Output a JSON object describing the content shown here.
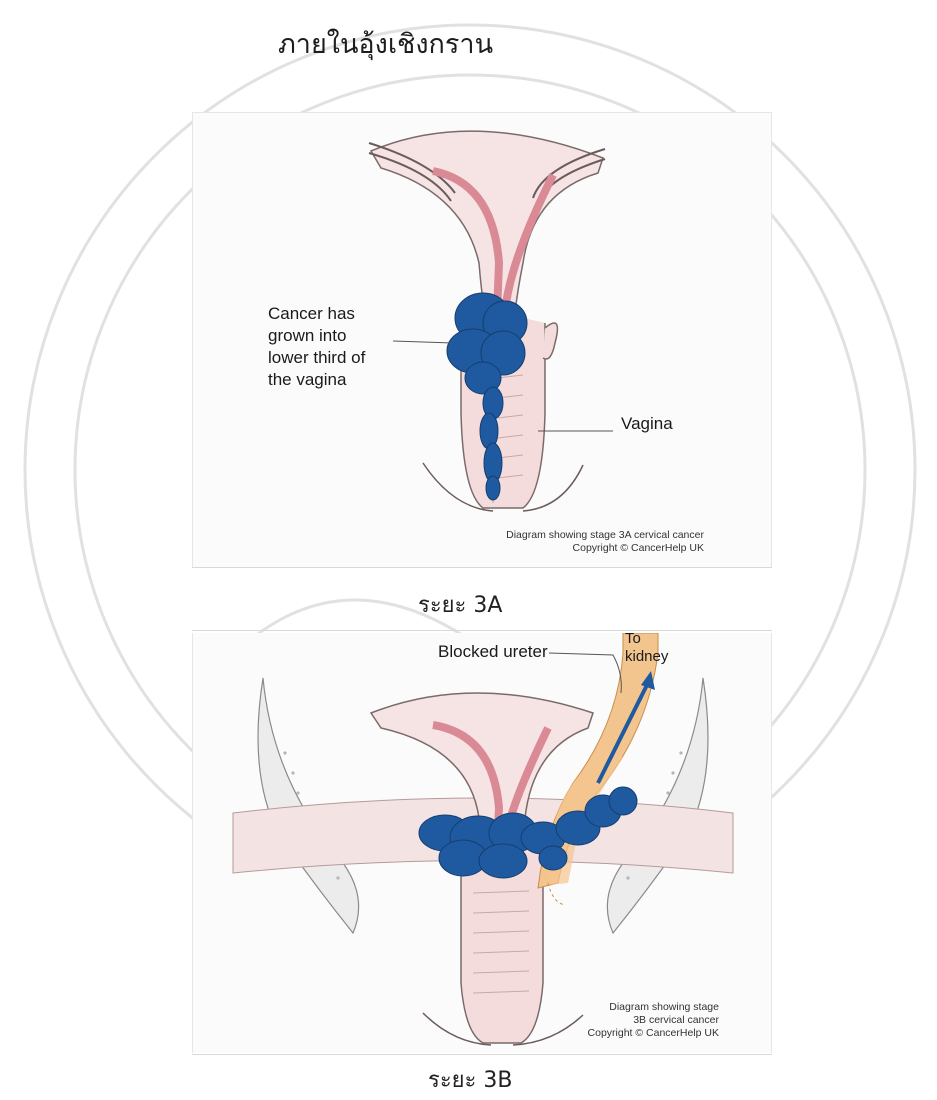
{
  "heading": "ภายในอุ้งเชิงกราน",
  "figure_a": {
    "callout_cancer": [
      "Cancer has",
      "grown into",
      "lower third of",
      "the vagina"
    ],
    "label_vagina": "Vagina",
    "credit_lines": [
      "Diagram showing stage 3A cervical cancer",
      "Copyright © CancerHelp UK"
    ],
    "caption": "ระยะ 3A"
  },
  "figure_b": {
    "label_ureter": "Blocked ureter",
    "label_kidney": [
      "To",
      "kidney"
    ],
    "credit_lines": [
      "Diagram showing stage",
      "3B cervical cancer",
      "Copyright © CancerHelp UK"
    ],
    "caption": "ระยะ 3B"
  },
  "colors": {
    "tumor": "#1f5aa0",
    "uterus_tissue": "#f3dede",
    "uterus_lining": "#d98a95",
    "ureter": "#f3c58e",
    "pelvic_bone": "#e7e7e7",
    "watermark": "#dcdcdc"
  }
}
